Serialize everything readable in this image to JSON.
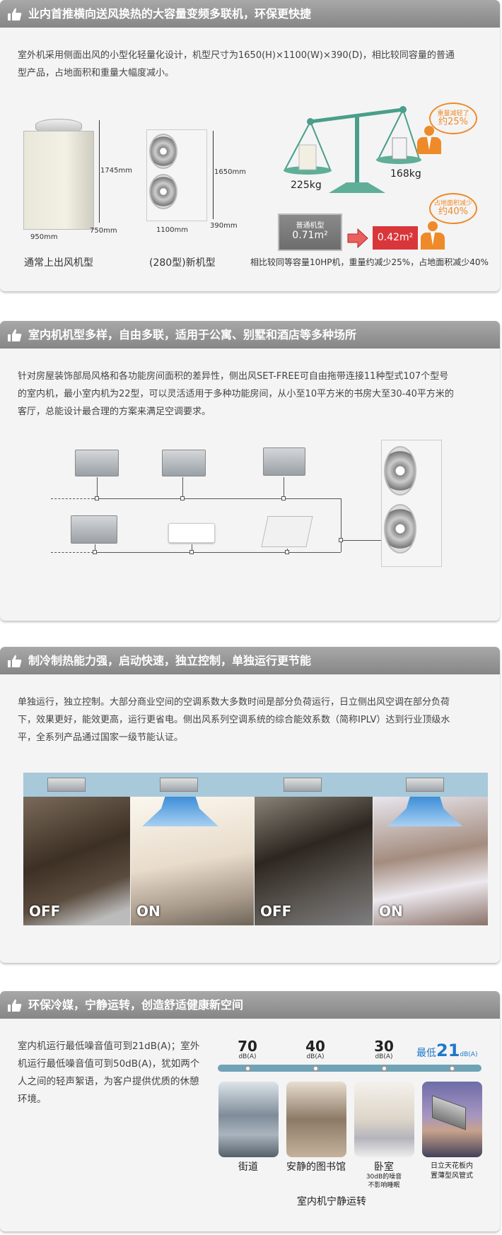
{
  "sections": [
    {
      "title": "业内首推横向送风换热的大容量变频多联机，环保更快捷",
      "body": [
        "室外机采用侧面出风的小型化轻量化设计，机型尺寸为1650(H)×1100(W)×390(D)，相比较同容量的普通",
        "型产品，占地面积和重量大幅度减小。"
      ],
      "old_unit": {
        "height": "1745mm",
        "width": "950mm",
        "depth": "750mm",
        "label": "通常上出风机型"
      },
      "new_unit": {
        "height": "1650mm",
        "width": "1100mm",
        "depth": "390mm",
        "label": "(280型)新机型"
      },
      "scale": {
        "left_weight": "225kg",
        "right_weight": "168kg"
      },
      "bubble_weight": {
        "line1": "重量减轻了",
        "line2": "约25%"
      },
      "bubble_area": {
        "line1": "占地面积减少",
        "line2": "约40%"
      },
      "area_old": {
        "label": "普通机型",
        "value": "0.71m²"
      },
      "area_new": {
        "value": "0.42m²"
      },
      "caption": "相比较同等容量10HP机，重量约减少25%，占地面积减少40%"
    },
    {
      "title": "室内机机型多样，自由多联，适用于公寓、别墅和酒店等多种场所",
      "body": [
        "针对房屋装饰部局风格和各功能房间面积的差异性，侧出风SET-FREE可自由拖带连接11种型式107个型号",
        "的室内机，最小室内机为22型，可以灵活适用于多种功能房间，从小至10平方米的书房大至30-40平方米的",
        "客厅，总能设计最合理的方案来满足空调要求。"
      ]
    },
    {
      "title": "制冷制热能力强，启动快速，独立控制，单独运行更节能",
      "body": [
        "单独运行，独立控制。大部分商业空间的空调系数大多数时间是部分负荷运行，日立侧出风空调在部分负荷",
        "下，效果更好，能效更高，运行更省电。侧出风系列空调系统的综合能效系数（简称IPLV）达到行业顶级水",
        "平，全系列产品通过国家一级节能认证。"
      ],
      "rooms": [
        "OFF",
        "ON",
        "OFF",
        "ON"
      ]
    },
    {
      "title": "环保冷媒，宁静运转，创造舒适健康新空间",
      "body": [
        "室内机运行最低噪音值可到21dB(A)；室外",
        "机运行最低噪音值可到50dB(A)，犹如两个",
        "人之间的轻声絮语，为客户提供优质的休憩",
        "环境。"
      ],
      "unit": "dB(A)",
      "levels": [
        {
          "value": "70",
          "label": "街道"
        },
        {
          "value": "40",
          "label": "安静的图书馆"
        },
        {
          "value": "30",
          "label": "卧室",
          "note1": "30dB的噪音",
          "note2": "不影响睡眠"
        },
        {
          "prefix": "最低",
          "value": "21",
          "label1": "日立天花板内",
          "label2": "置薄型风管式"
        }
      ],
      "caption": "室内机宁静运转"
    }
  ],
  "colors": {
    "header": "#8f8f8f",
    "accent_orange": "#ee8a2a",
    "accent_red": "#d9363a",
    "accent_blue": "#1f78c8",
    "scale_green": "#4a9e8a"
  }
}
